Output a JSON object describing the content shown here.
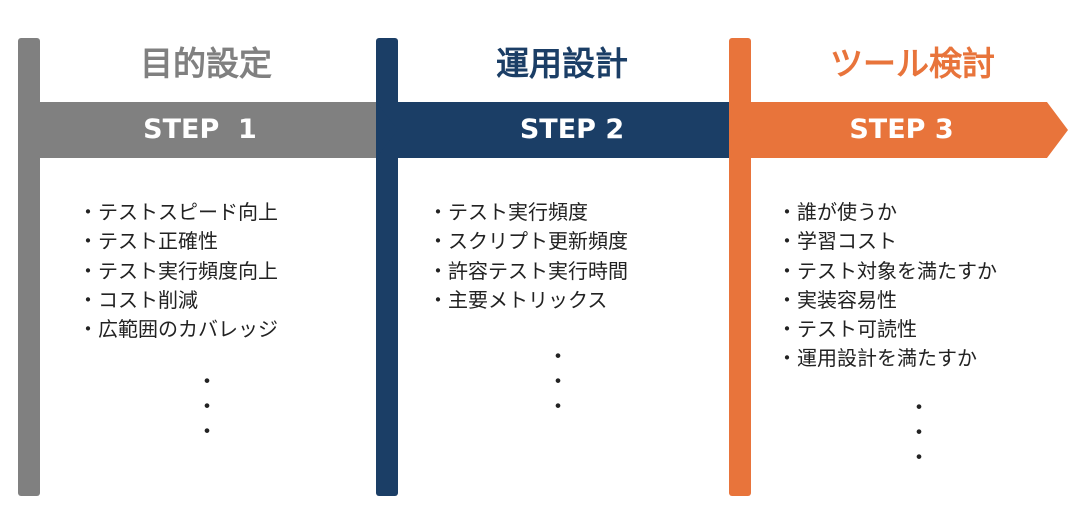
{
  "steps": [
    {
      "title": "目的設定",
      "step_label": "STEP  1",
      "color": "#808080",
      "title_color": "#808080",
      "items": [
        "テストスピード向上",
        "テスト正確性",
        "テスト実行頻度向上",
        "コスト削減",
        "広範囲のカバレッジ"
      ],
      "ellipsis": [
        "・",
        "・",
        "・"
      ]
    },
    {
      "title": "運用設計",
      "step_label": "STEP 2",
      "color": "#1b3e66",
      "title_color": "#1b3e66",
      "items": [
        "テスト実行頻度",
        "スクリプト更新頻度",
        "許容テスト実行時間",
        "主要メトリックス"
      ],
      "ellipsis": [
        "・",
        "・",
        "・"
      ]
    },
    {
      "title": "ツール検討",
      "step_label": "STEP 3",
      "color": "#e8743b",
      "title_color": "#e8743b",
      "items": [
        "誰が使うか",
        "学習コスト",
        "テスト対象を満たすか",
        "実装容易性",
        "テスト可読性",
        "運用設計を満たすか"
      ],
      "ellipsis": [
        "・",
        "・",
        "・"
      ]
    }
  ]
}
